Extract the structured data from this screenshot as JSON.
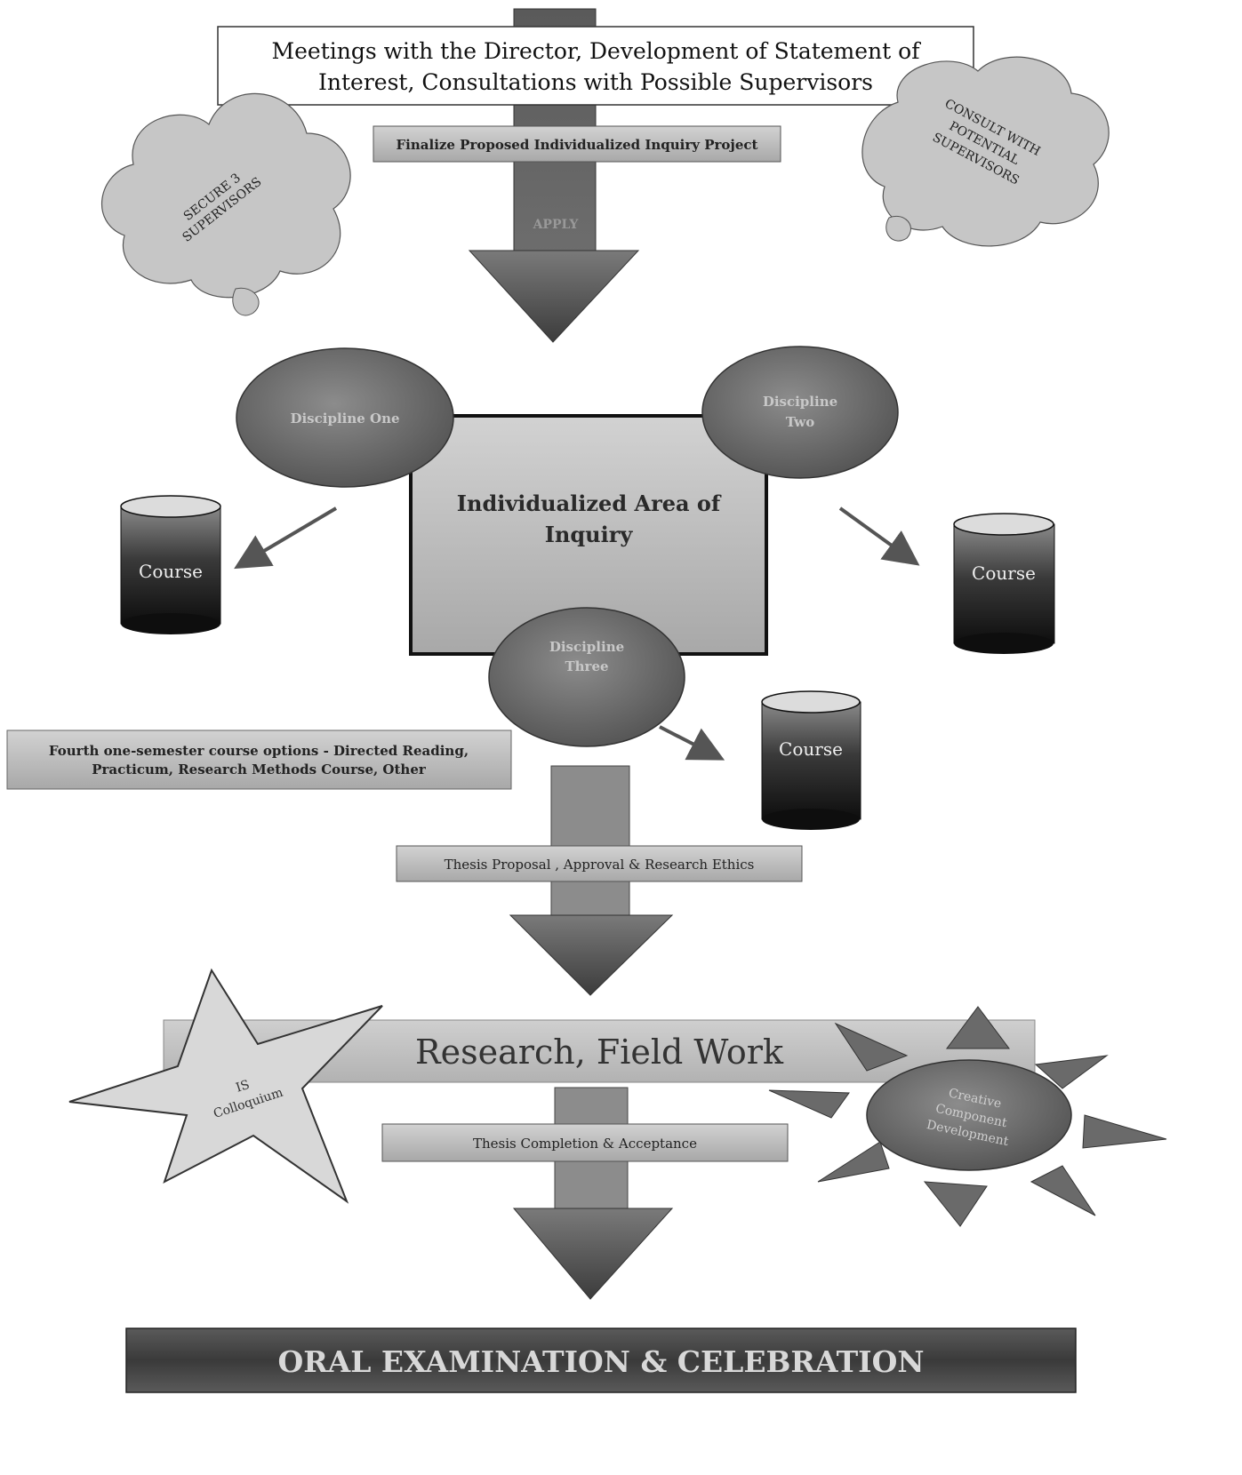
{
  "top_box": {
    "line1": "Meetings with the Director, Development of Statement of",
    "line2": "Interest, Consultations with Possible Supervisors"
  },
  "finalize_label": "Finalize Proposed Individualized Inquiry Project",
  "apply_label": "APPLY",
  "cloud_left": {
    "line1": "SECURE 3",
    "line2": "SUPERVISORS"
  },
  "cloud_right": {
    "line1": "CONSULT WITH",
    "line2": "POTENTIAL",
    "line3": "SUPERVISORS"
  },
  "center_box": {
    "line1": "Individualized Area of",
    "line2": "Inquiry"
  },
  "discipline_one": {
    "line1": "Discipline One"
  },
  "discipline_two": {
    "line1": "Discipline",
    "line2": "Two"
  },
  "discipline_three": {
    "line1": "Discipline",
    "line2": "Three"
  },
  "course_label": "Course",
  "fourth_course": {
    "line1": "Fourth one-semester course  options - Directed Reading,",
    "line2": "Practicum, Research Methods Course, Other"
  },
  "thesis_proposal_label": "Thesis Proposal , Approval & Research Ethics",
  "research_label": "Research, Field Work",
  "star_label": {
    "line1": "IS",
    "line2": "Colloquium"
  },
  "thesis_completion_label": "Thesis Completion & Acceptance",
  "creative": {
    "line1": "Creative",
    "line2": "Component",
    "line3": "Development"
  },
  "final_banner": "ORAL EXAMINATION & CELEBRATION",
  "colors": {
    "arrow": "#4a4a4a",
    "arrow_light": "#8a8a8a",
    "box_gray": "#bdbdbd",
    "center_box": "#c4c4c4",
    "ellipse": "#6e6e6e",
    "banner_dark": "#3e3e3e"
  }
}
